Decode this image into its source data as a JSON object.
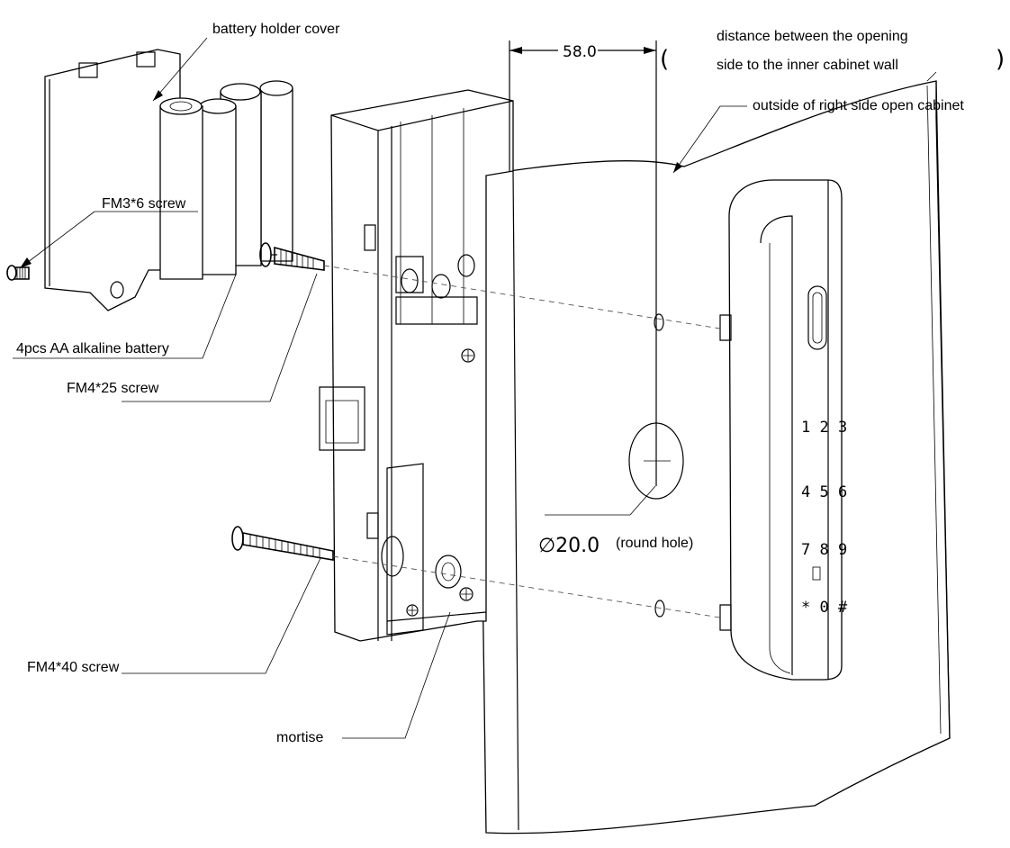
{
  "labels": {
    "battery_cover": "battery holder cover",
    "fm3_screw": "FM3*6 screw",
    "batteries": "4pcs AA alkaline battery",
    "fm4_25_screw": "FM4*25 screw",
    "fm4_40_screw": "FM4*40 screw",
    "mortise": "mortise",
    "distance_line1": "distance between the opening",
    "distance_line2": "side to the inner cabinet wall",
    "paren_open": "(",
    "paren_close": ")",
    "outside_cabinet": "outside of right side open cabinet",
    "round_hole": "(round hole)"
  },
  "dimensions": {
    "width": "58.0",
    "hole_diameter": "∅20.0"
  },
  "keypad": {
    "row1": "1 2 3",
    "row2": "4 5 6",
    "row3": "7 8 9",
    "row4": "* 0 #"
  }
}
